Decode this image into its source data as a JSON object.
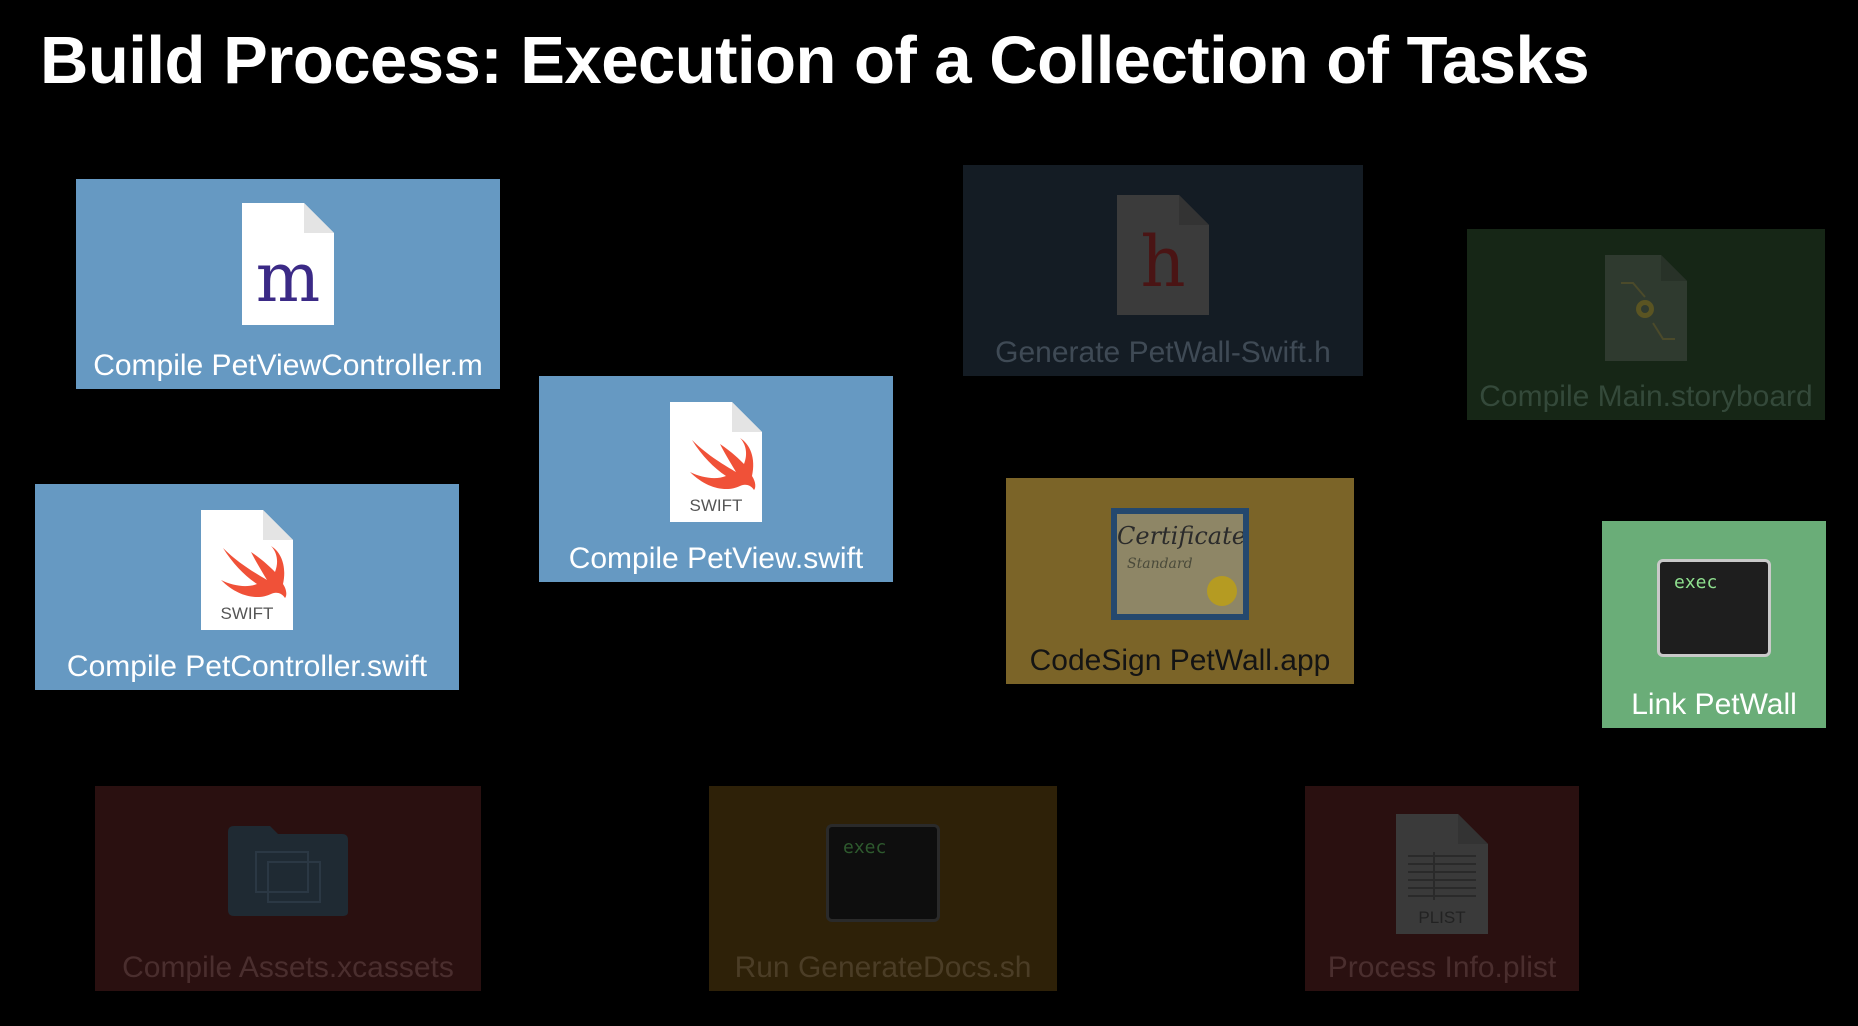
{
  "slide": {
    "title": "Build Process: Execution of a Collection of Tasks"
  },
  "tasks": {
    "compile_petviewcontroller": {
      "label": "Compile PetViewController.m",
      "icon": "m-source-file-icon",
      "glyph": "m",
      "state": "active"
    },
    "compile_petcontroller": {
      "label": "Compile PetController.swift",
      "icon": "swift-file-icon",
      "caption": "SWIFT",
      "state": "active"
    },
    "compile_petview": {
      "label": "Compile PetView.swift",
      "icon": "swift-file-icon",
      "caption": "SWIFT",
      "state": "active"
    },
    "generate_header": {
      "label": "Generate PetWall-Swift.h",
      "icon": "header-file-icon",
      "glyph": "h",
      "state": "dimmed"
    },
    "compile_storyboard": {
      "label": "Compile Main.storyboard",
      "icon": "storyboard-file-icon",
      "state": "dimmed"
    },
    "codesign": {
      "label": "CodeSign PetWall.app",
      "icon": "certificate-icon",
      "cert_title": "Certificate",
      "cert_sub": "Standard",
      "state": "active"
    },
    "link": {
      "label": "Link PetWall",
      "icon": "terminal-exec-icon",
      "prompt": "exec",
      "state": "active"
    },
    "compile_assets": {
      "label": "Compile Assets.xcassets",
      "icon": "folder-icon",
      "state": "dimmed"
    },
    "run_script": {
      "label": "Run GenerateDocs.sh",
      "icon": "terminal-exec-icon",
      "prompt": "exec",
      "state": "dimmed"
    },
    "process_plist": {
      "label": "Process Info.plist",
      "icon": "plist-file-icon",
      "caption": "PLIST",
      "state": "dimmed"
    }
  },
  "colors": {
    "active_blue": "#6699c2",
    "active_green": "#6aad78",
    "active_gold": "#7b6428",
    "swift_orange": "#f05138"
  }
}
